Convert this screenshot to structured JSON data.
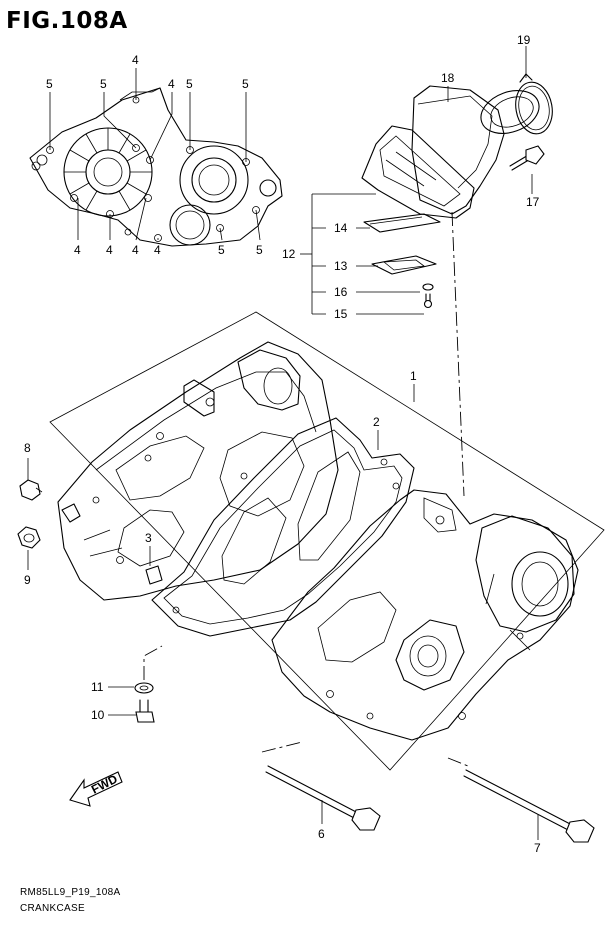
{
  "figure": {
    "title": "FIG.108A",
    "model_code": "RM85LL9_P19_108A",
    "section_name": "CRANKCASE"
  },
  "callouts": [
    {
      "id": "c19",
      "label": "19"
    },
    {
      "id": "c18",
      "label": "18"
    },
    {
      "id": "c17",
      "label": "17"
    },
    {
      "id": "c14",
      "label": "14"
    },
    {
      "id": "c13",
      "label": "13"
    },
    {
      "id": "c16",
      "label": "16"
    },
    {
      "id": "c15",
      "label": "15"
    },
    {
      "id": "c12",
      "label": "12"
    },
    {
      "id": "c1",
      "label": "1"
    },
    {
      "id": "c2",
      "label": "2"
    },
    {
      "id": "c3",
      "label": "3"
    },
    {
      "id": "c8",
      "label": "8"
    },
    {
      "id": "c9",
      "label": "9"
    },
    {
      "id": "c11",
      "label": "11"
    },
    {
      "id": "c10",
      "label": "10"
    },
    {
      "id": "c6",
      "label": "6"
    },
    {
      "id": "c7",
      "label": "7"
    },
    {
      "id": "c4a",
      "label": "4"
    },
    {
      "id": "c4b",
      "label": "4"
    },
    {
      "id": "c4c",
      "label": "4"
    },
    {
      "id": "c4d",
      "label": "4"
    },
    {
      "id": "c4e",
      "label": "4"
    },
    {
      "id": "c4f",
      "label": "4"
    },
    {
      "id": "c5a",
      "label": "5"
    },
    {
      "id": "c5b",
      "label": "5"
    },
    {
      "id": "c5c",
      "label": "5"
    },
    {
      "id": "c5d",
      "label": "5"
    },
    {
      "id": "c5e",
      "label": "5"
    },
    {
      "id": "c5f",
      "label": "5"
    }
  ],
  "direction_badge": {
    "label": "FWD"
  }
}
